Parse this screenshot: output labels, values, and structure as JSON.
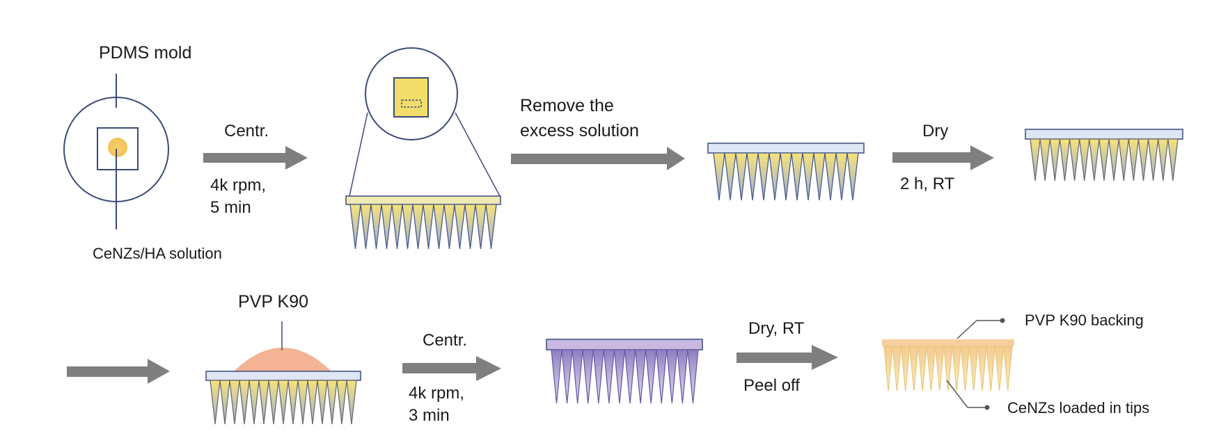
{
  "labels": {
    "pdms_mold": "PDMS mold",
    "solution": "CeNZs/HA  solution",
    "step1_action": "Centr.",
    "step1_param1": "4k rpm,",
    "step1_param2": "5 min",
    "step2_line1": "Remove the",
    "step2_line2": "excess solution",
    "step3_action": "Dry",
    "step3_param": "2 h, RT",
    "pvp": "PVP K90",
    "step4_action": "Centr.",
    "step4_param1": "4k rpm,",
    "step4_param2": "3 min",
    "step5_action": "Dry, RT",
    "step5_param": "Peel off",
    "backing": "PVP K90 backing",
    "tips": "CeNZs loaded in tips"
  },
  "colors": {
    "arrow": "#7f7f7f",
    "outline": "#3b4a7a",
    "yellow": "#f3dd6a",
    "blue_fill": "#dde6f5",
    "pink": "#f3b394",
    "purple": "#a496c6",
    "orange_dot": "#f2c25a"
  }
}
